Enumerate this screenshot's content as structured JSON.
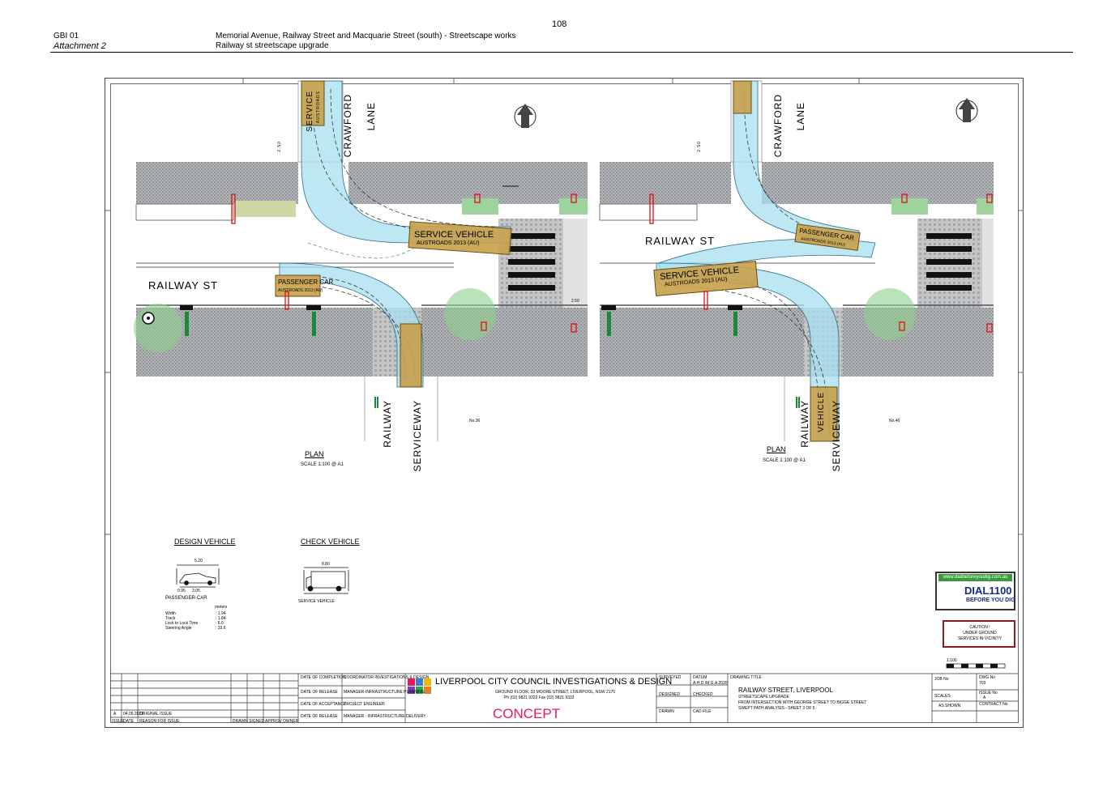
{
  "header": {
    "page_number": "108",
    "doc_code": "GBI 01",
    "attachment": "Attachment 2",
    "project_title": "Memorial Avenue, Railway Street and Macquarie Street (south) - Streetscape works",
    "subtitle": "Railway st streetscape upgrade"
  },
  "plan_left": {
    "roads": {
      "crawford": "CRAWFORD",
      "lane": "LANE",
      "railway_st": "RAILWAY ST",
      "railway": "RAILWAY",
      "serviceway": "SERVICEWAY"
    },
    "dim_a": "2.50",
    "dim_b": "2.50",
    "lot": "No.36",
    "vehicles": {
      "service": "SERVICE VEHICLE",
      "service_sub": "AUSTROADS 2013 (AU)",
      "passenger": "PASSENGER CAR",
      "passenger_sub": "AUSTROADS 2013 (AU)",
      "top_stamp": "SERVICE",
      "top_stamp_sub": "AUSTROADS"
    },
    "plan_label": "PLAN",
    "scale": "SCALE 1:100 @ A1"
  },
  "plan_right": {
    "roads": {
      "crawford": "CRAWFORD",
      "lane": "LANE",
      "railway_st": "RAILWAY ST",
      "railway": "RAILWAY",
      "serviceway": "SERVICEWAY"
    },
    "dim_a": "2.50",
    "lot": "No.46",
    "vehicles": {
      "service": "SERVICE VEHICLE",
      "service_sub": "AUSTROADS 2013 (AU)",
      "passenger": "PASSENGER CAR",
      "passenger_sub": "AUSTROADS 2013 (AU)",
      "bottom_stamp": "VEHICLE"
    },
    "plan_label": "PLAN",
    "scale": "SCALE 1:100 @ A1"
  },
  "legend": {
    "design_title": "DESIGN VEHICLE",
    "design_name": "PASSENGER-CAR",
    "design_length": "5.20",
    "design_dims": [
      "0.95",
      "3.05"
    ],
    "design_units": "meters",
    "design_specs": [
      {
        "label": "Width",
        "value": ": 1.94"
      },
      {
        "label": "Track",
        "value": ": 1.84"
      },
      {
        "label": "Lock to Lock Time",
        "value": ": 6.0"
      },
      {
        "label": "Steering Angle",
        "value": ": 33.6"
      }
    ],
    "check_title": "CHECK VEHICLE",
    "check_name": "SERVICE VEHICLE",
    "check_length": "8.80"
  },
  "title_block": {
    "org": "LIVERPOOL CITY COUNCIL INVESTIGATIONS & DESIGN",
    "address": "GROUND FLOOR, 33 MOORE STREET, LIVERPOOL, NSW 2170",
    "phone": "Ph (02) 9821 9222    Fax (02) 9821 9333",
    "status": "CONCEPT",
    "drawing_title_label": "DRAWING TITLE",
    "title1": "RAILWAY STREET, LIVERPOOL",
    "title2": "STREETSCAPE UPGRADE",
    "title3": "FROM INTERSECTION WITH GEORGE STREET TO BIGGE STREET",
    "title4": "SWEPT PATH ANALYSIS - SHEET 3 OF 5",
    "datum_label": "DATUM",
    "datum": "A.H.D./M.G.A 2020",
    "surveyed_label": "SURVEYED",
    "designed_label": "DESIGNED",
    "checked_label": "CHECKED",
    "drawn_label": "DRAWN",
    "cad_label": "CAD FILE",
    "date_completion": "DATE OF COMPLETION",
    "date_release": "DATE OF RELEASE",
    "date_acceptance": "DATE OF ACCEPTANCE",
    "date_release2": "DATE OF RELEASE",
    "coord1": "COORDINATOR INVESTIGATIONS & DESIGN",
    "coord2": "MANAGER-INFRASTRUCTURE PLANNING",
    "coord3": "PROJECT ENGINEER",
    "coord4": "MANAGER - INFRASTRUCTURE DELIVERY",
    "job_label": "JOB No",
    "dwg_label": "DWG No",
    "dwg_no": "703",
    "issue_label": "ISSUE No",
    "issue": "A",
    "scales_label": "SCALES",
    "scales": "AS SHOWN",
    "contract_label": "CONTRACT No",
    "rev_row": "A",
    "rev_date": "04.05.2022",
    "rev_reason": "ORIGINAL ISSUE",
    "rev_cols": [
      "ISSUE",
      "DATE",
      "REASON FOR ISSUE",
      "DRAWN",
      "SIGNED",
      "APPROV",
      "OWNER"
    ]
  },
  "dial": {
    "url": "www.dialbeforeyoudig.com.au",
    "number": "DIAL1100",
    "sub": "BEFORE YOU DIG"
  },
  "caution": {
    "l1": "CAUTION !",
    "l2": "UNDER GROUND",
    "l3": "SERVICES IN VICINITY"
  },
  "scale_bar": "1:100",
  "colors": {
    "paving": "#a9abae",
    "swept": "#a8dff0",
    "kerb": "#444444",
    "vehicle": "#c8a04a",
    "tree": "#8ed08e"
  }
}
